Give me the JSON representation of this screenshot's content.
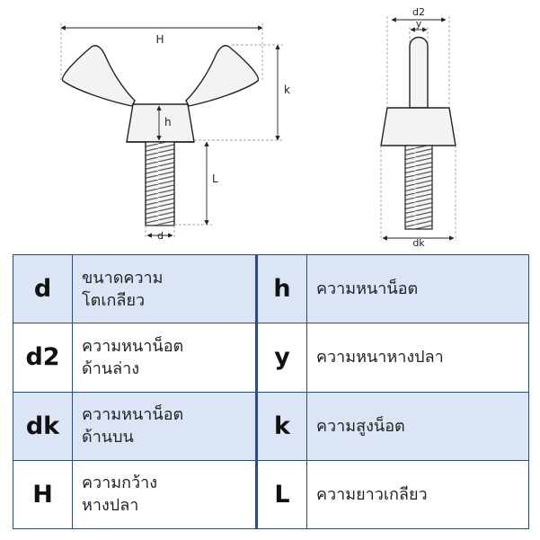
{
  "diagram": {
    "labels": {
      "H": "H",
      "h": "h",
      "k": "k",
      "L": "L",
      "d": "d",
      "d2": "d2",
      "y": "y",
      "dk": "dk"
    }
  },
  "table": {
    "rows": [
      {
        "left_symbol": "d",
        "left_lines": [
          "ขนาดความ",
          "โตเกลียว"
        ],
        "right_symbol": "h",
        "right_lines": [
          "ความหนาน็อต"
        ]
      },
      {
        "left_symbol": "d2",
        "left_lines": [
          "ความหนาน็อต",
          "ด้านล่าง"
        ],
        "right_symbol": "y",
        "right_lines": [
          "ความหนาหางปลา"
        ]
      },
      {
        "left_symbol": "dk",
        "left_lines": [
          "ความหนาน็อต",
          "ด้านบน"
        ],
        "right_symbol": "k",
        "right_lines": [
          "ความสูงน็อต"
        ]
      },
      {
        "left_symbol": "H",
        "left_lines": [
          "ความกว้าง",
          "หางปลา"
        ],
        "right_symbol": "L",
        "right_lines": [
          "ความยาวเกลียว"
        ]
      }
    ]
  },
  "colors": {
    "table_border": "#2f4a8a",
    "row_shade": "#dbe5f6",
    "part_fill": "#f3f3f3",
    "outline": "#222222"
  }
}
